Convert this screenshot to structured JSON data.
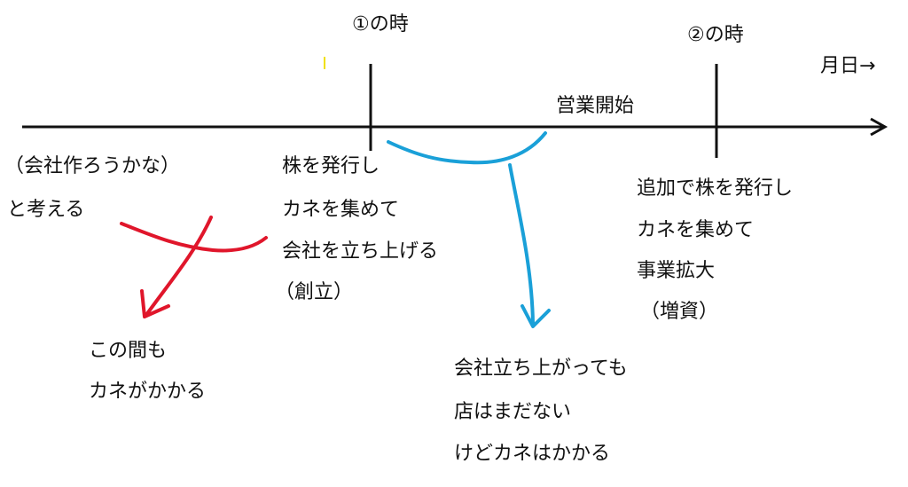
{
  "timeline": {
    "axis_label": "月日→",
    "marker1": "①の時",
    "marker2": "②の時",
    "event": "営業開始"
  },
  "notes": {
    "before": [
      "（会社作ろうかな）",
      "と考える"
    ],
    "founding": [
      "株を発行し",
      "カネを集めて",
      "会社を立ち上げる",
      "（創立）"
    ],
    "capital_increase": [
      "追加で株を発行し",
      "カネを集めて",
      "事業拡大",
      "（増資）"
    ],
    "cost_gap": [
      "この間も",
      "カネがかかる"
    ],
    "pre_opening": [
      "会社立ち上がっても",
      "店はまだない",
      "けどカネはかかる"
    ]
  },
  "colors": {
    "red": "#e0162b",
    "blue": "#1aa0d8",
    "line": "#111111",
    "yellow": "#f0e000"
  }
}
